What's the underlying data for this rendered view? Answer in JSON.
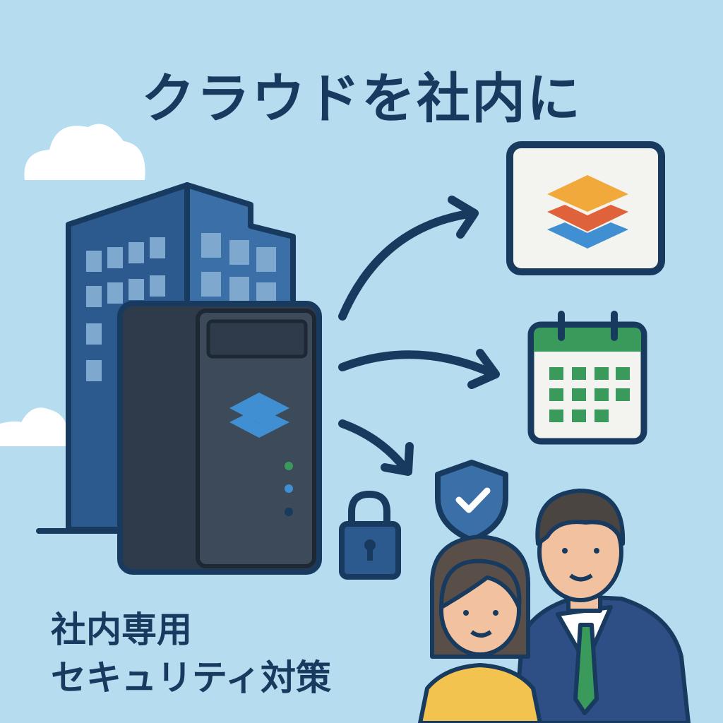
{
  "title": "クラウドを社内に",
  "caption": {
    "line1": "社内専用",
    "line2": "セキュリティ対策"
  },
  "colors": {
    "background": "#b5dcef",
    "navy": "#173a5e",
    "building": "#2d5a8e",
    "server": "#2f3b4a",
    "calendar_green": "#3a9a5b",
    "layer_orange": "#f2a93b",
    "layer_red": "#e0623a",
    "layer_blue": "#3f8fd2"
  }
}
